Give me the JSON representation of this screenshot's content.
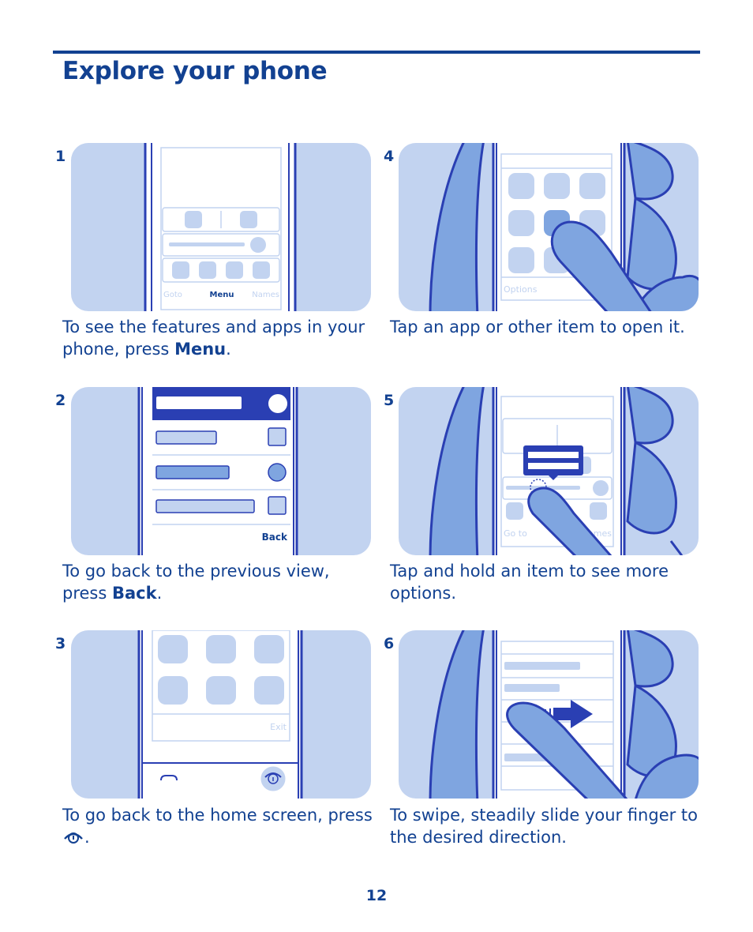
{
  "page": {
    "title": "Explore your phone",
    "page_number": "12"
  },
  "steps": [
    {
      "number": "1",
      "caption_pre": "To see the features and apps in your phone, press ",
      "caption_bold": "Menu",
      "caption_post": ".",
      "screen": {
        "left": "Goto",
        "center": "Menu",
        "right": "Names"
      }
    },
    {
      "number": "4",
      "caption_pre": "Tap an app or other item to open it.",
      "screen": {
        "left": "Options"
      }
    },
    {
      "number": "2",
      "caption_pre": "To go back to the previous view, press ",
      "caption_bold": "Back",
      "caption_post": ".",
      "screen": {
        "right": "Back"
      }
    },
    {
      "number": "5",
      "caption_pre": "Tap and hold an item to see more options.",
      "screen": {
        "left": "Go to",
        "right": "Names"
      }
    },
    {
      "number": "3",
      "caption_pre": "To go back to the home screen, press ",
      "caption_post": ".",
      "caption_icon": "home-end-key-icon",
      "screen": {
        "right": "Exit"
      }
    },
    {
      "number": "6",
      "caption_pre": "To swipe, steadily slide your finger to the desired direction.",
      "screen": {}
    }
  ],
  "colors": {
    "dark_blue": "#124191",
    "outline_blue": "#2a3fb3",
    "panel_blue": "#c2d3f0",
    "finger_blue": "#7fa5e0",
    "screen_white": "#ffffff"
  }
}
